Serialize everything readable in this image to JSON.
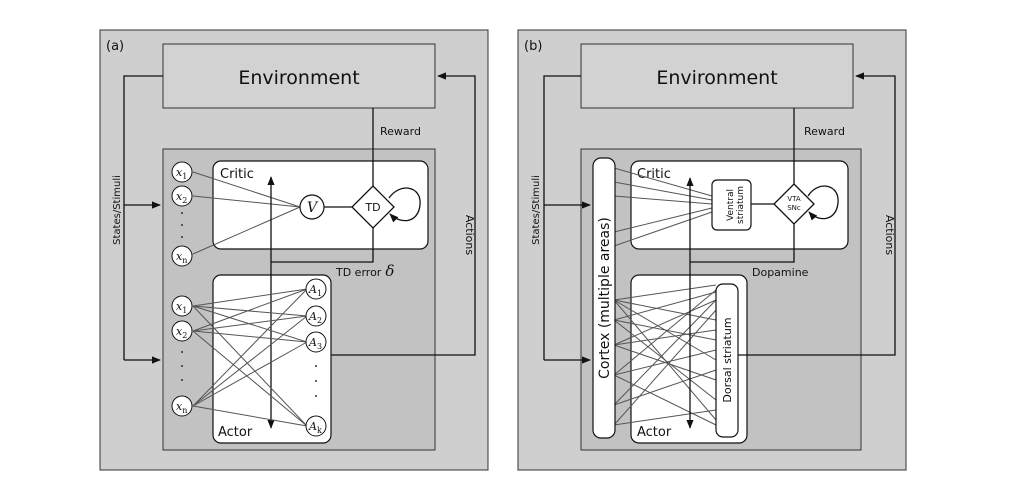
{
  "colors": {
    "panel_fill": "#cfcfcf",
    "inner_fill": "#c2c2c2",
    "env_fill": "#d2d2d2",
    "box_fill": "#ffffff",
    "stroke": "#111111",
    "gray_line": "#555555"
  },
  "panel_a": {
    "tag": "(a)",
    "environment": "Environment",
    "reward": "Reward",
    "states": "States/Stimuli",
    "actions": "Actions",
    "critic": "Critic",
    "actor": "Actor",
    "value": "V",
    "td": "TD",
    "td_error": "TD error",
    "delta": "δ",
    "state_var": "x",
    "action_var": "A",
    "critic_inputs": [
      "1",
      "2",
      "n"
    ],
    "actor_inputs": [
      "1",
      "2",
      "n"
    ],
    "actor_outputs": [
      "1",
      "2",
      "3",
      "k"
    ]
  },
  "panel_b": {
    "tag": "(b)",
    "environment": "Environment",
    "reward": "Reward",
    "states": "States/Stimuli",
    "actions": "Actions",
    "critic": "Critic",
    "actor": "Actor",
    "cortex": "Cortex (multiple areas)",
    "ventral_l1": "Ventral",
    "ventral_l2": "striatum",
    "vta_l1": "VTA",
    "vta_l2": "SNc",
    "dopamine": "Dopamine",
    "dorsal": "Dorsal striatum"
  }
}
